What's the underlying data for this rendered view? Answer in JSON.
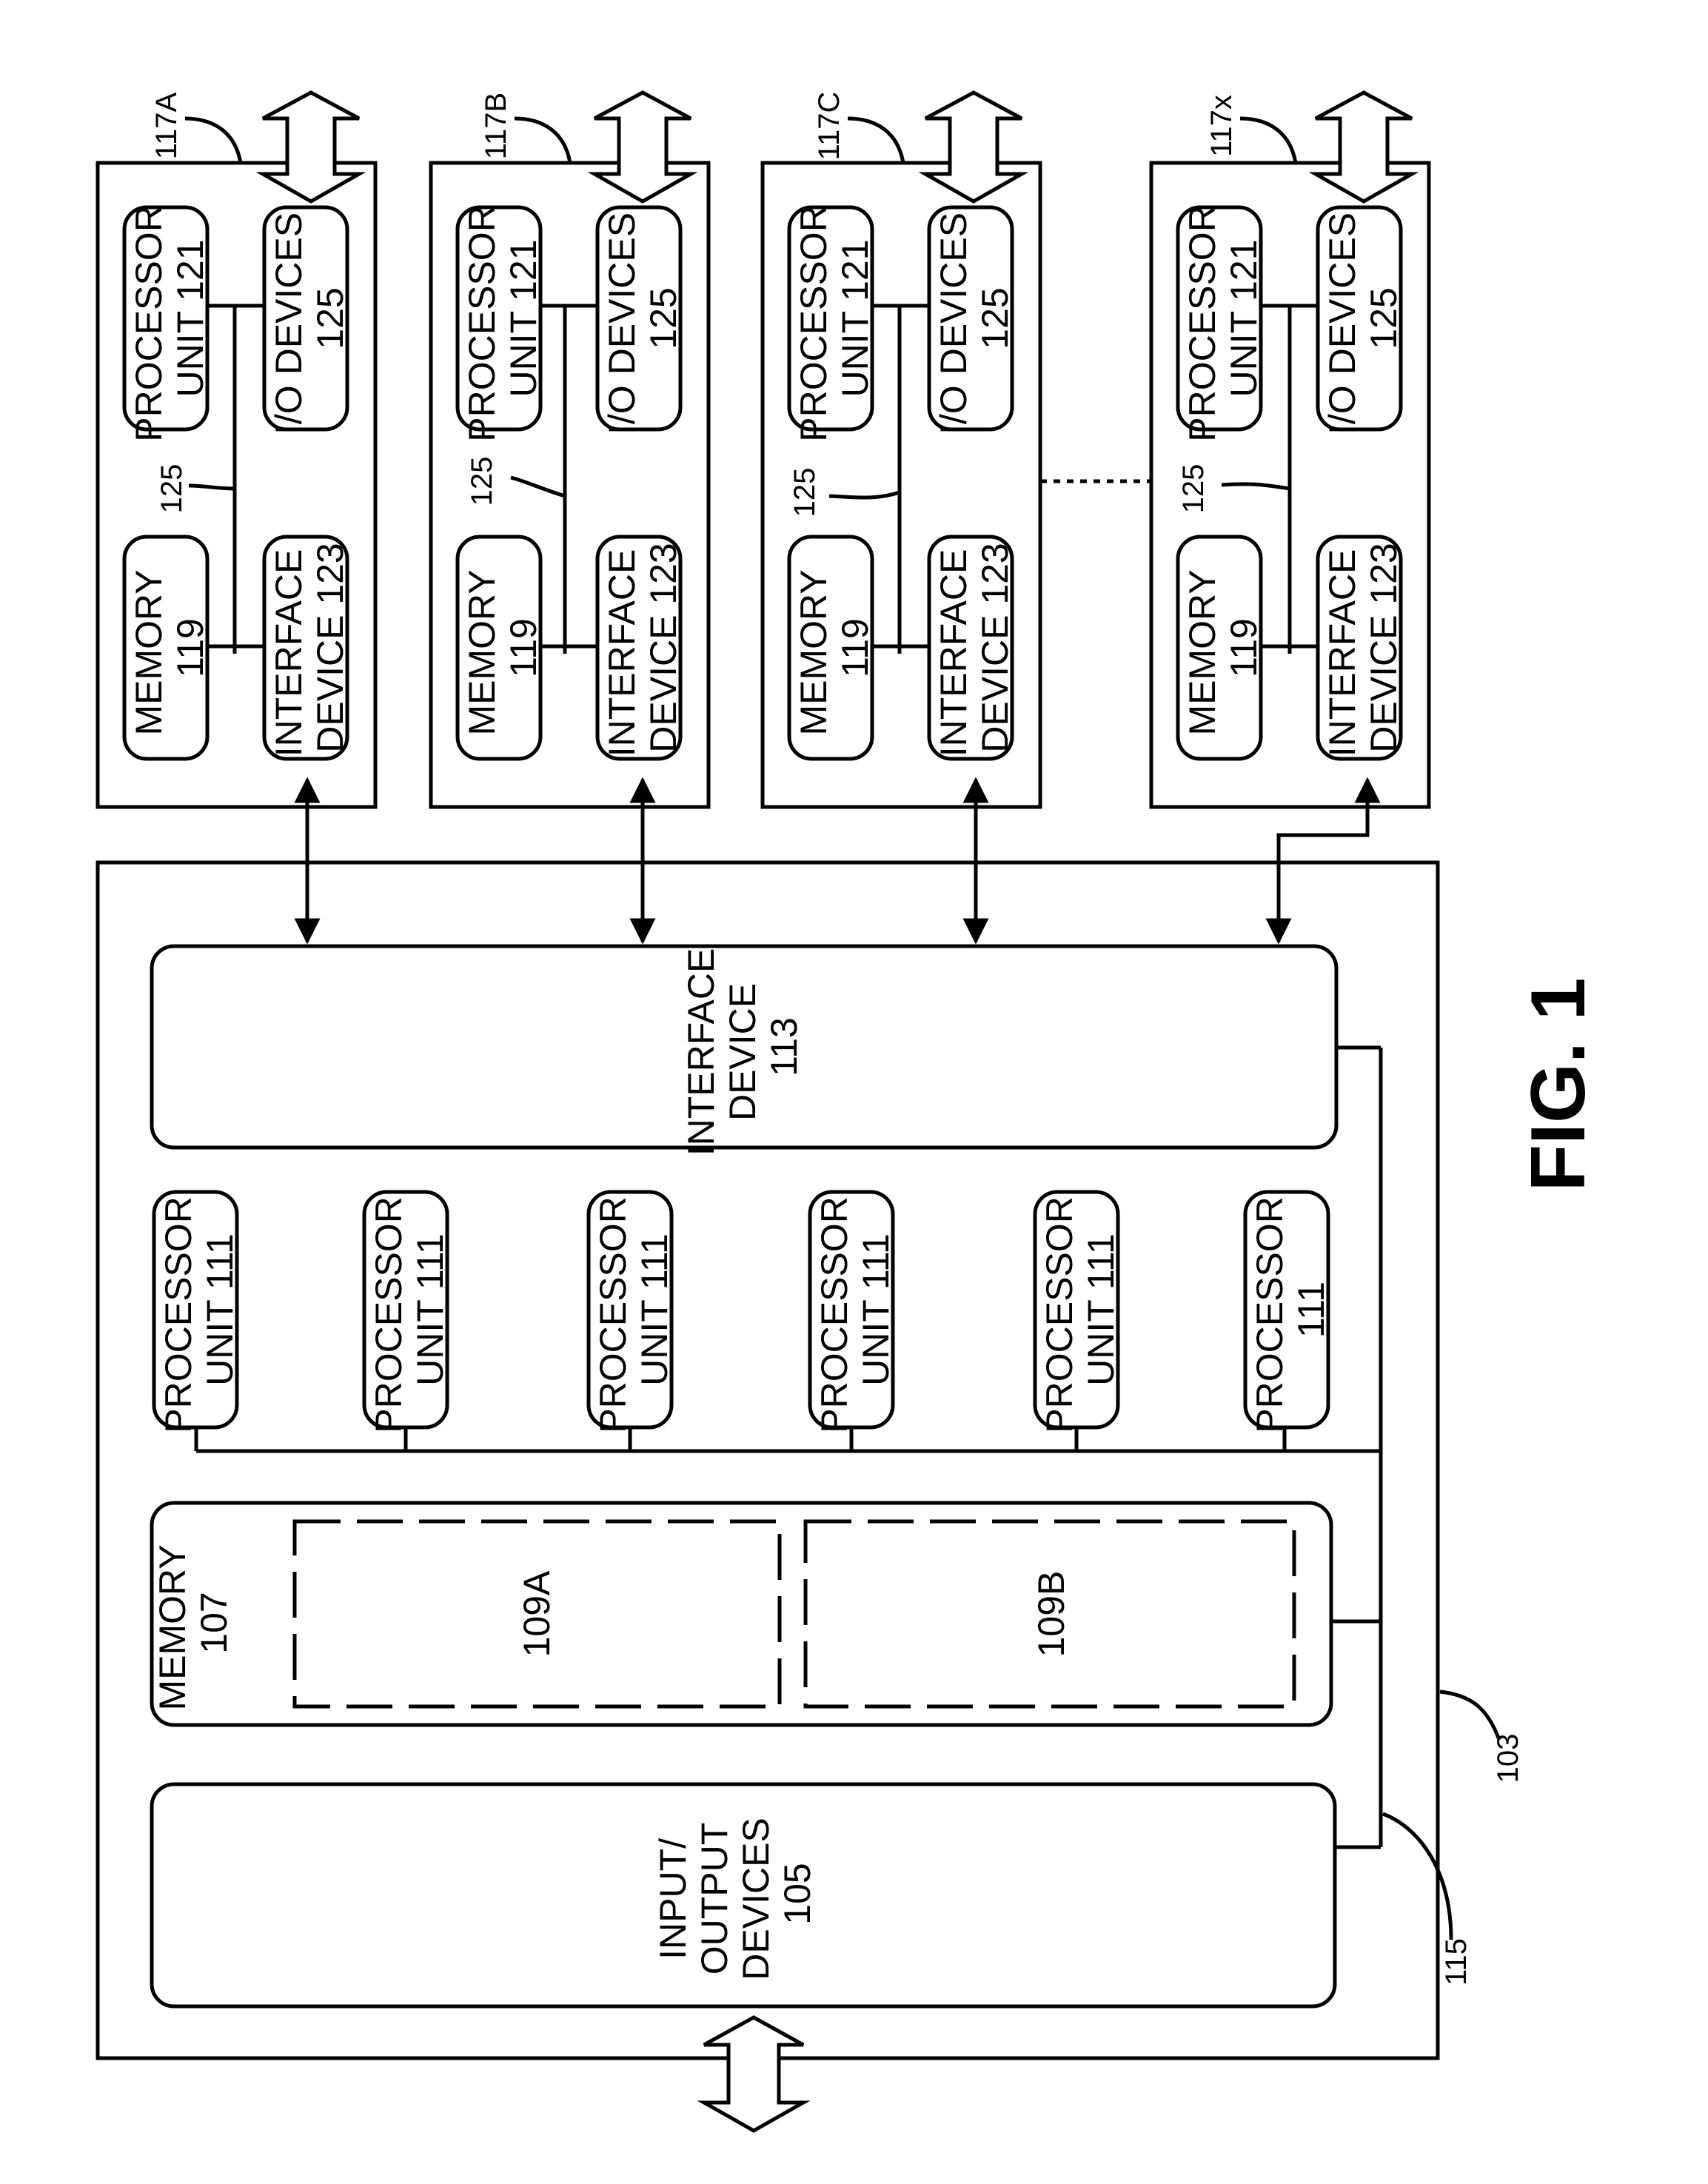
{
  "figure_label": "FIG. 1",
  "main_system": {
    "ref": "103",
    "bus_ref": "115",
    "io_devices": {
      "line1": "INPUT/",
      "line2": "OUTPUT",
      "line3": "DEVICES",
      "line4": "105"
    },
    "memory": {
      "line1": "MEMORY",
      "line2": "107",
      "partition_a": "109A",
      "partition_b": "109B"
    },
    "processors": [
      {
        "line1": "PROCESSOR",
        "line2": "UNIT 111"
      },
      {
        "line1": "PROCESSOR",
        "line2": "UNIT 111"
      },
      {
        "line1": "PROCESSOR",
        "line2": "UNIT 111"
      },
      {
        "line1": "PROCESSOR",
        "line2": "UNIT 111"
      },
      {
        "line1": "PROCESSOR",
        "line2": "UNIT 111"
      },
      {
        "line1": "PROCESSOR",
        "line2": "111"
      }
    ],
    "interface_device": {
      "line1": "INTERFACE",
      "line2": "DEVICE",
      "line3": "113"
    }
  },
  "nodes": [
    {
      "ref": "117A",
      "bus_ref": "125",
      "memory": {
        "line1": "MEMORY",
        "line2": "119"
      },
      "processor": {
        "line1": "PROCESSOR",
        "line2": "UNIT 121"
      },
      "interface": {
        "line1": "INTERFACE",
        "line2": "DEVICE 123"
      },
      "io": {
        "line1": "I/O DEVICES",
        "line2": "125"
      }
    },
    {
      "ref": "117B",
      "bus_ref": "125",
      "memory": {
        "line1": "MEMORY",
        "line2": "119"
      },
      "processor": {
        "line1": "PROCESSOR",
        "line2": "UNIT 121"
      },
      "interface": {
        "line1": "INTERFACE",
        "line2": "DEVICE 123"
      },
      "io": {
        "line1": "I/O DEVICES",
        "line2": "125"
      }
    },
    {
      "ref": "117C",
      "bus_ref": "125",
      "memory": {
        "line1": "MEMORY",
        "line2": "119"
      },
      "processor": {
        "line1": "PROCESSOR",
        "line2": "UNIT 121"
      },
      "interface": {
        "line1": "INTERFACE",
        "line2": "DEVICE 123"
      },
      "io": {
        "line1": "I/O DEVICES",
        "line2": "125"
      }
    },
    {
      "ref": "117x",
      "bus_ref": "125",
      "memory": {
        "line1": "MEMORY",
        "line2": "119"
      },
      "processor": {
        "line1": "PROCESSOR",
        "line2": "UNIT 121"
      },
      "interface": {
        "line1": "INTERFACE",
        "line2": "DEVICE 123"
      },
      "io": {
        "line1": "I/O DEVICES",
        "line2": "125"
      }
    }
  ]
}
